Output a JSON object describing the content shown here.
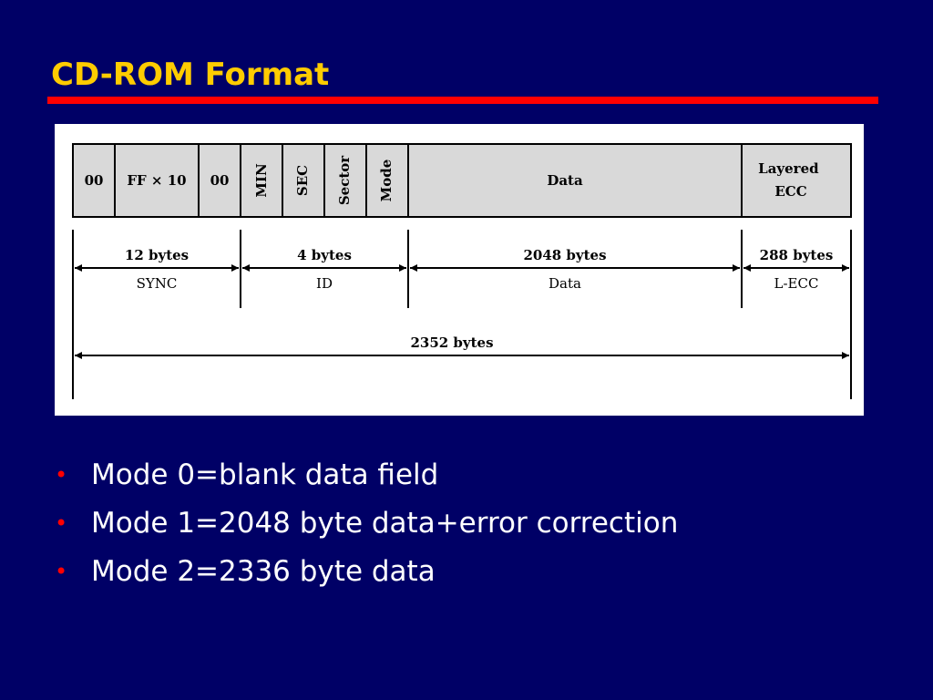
{
  "slide": {
    "title": "CD-ROM Format"
  },
  "diagram": {
    "fields": [
      {
        "label": "00",
        "orientation": "horizontal"
      },
      {
        "label": "FF × 10",
        "orientation": "horizontal"
      },
      {
        "label": "00",
        "orientation": "horizontal"
      },
      {
        "label": "MIN",
        "orientation": "vertical"
      },
      {
        "label": "SEC",
        "orientation": "vertical"
      },
      {
        "label": "Sector",
        "orientation": "vertical"
      },
      {
        "label": "Mode",
        "orientation": "vertical"
      },
      {
        "label": "Data",
        "orientation": "horizontal"
      },
      {
        "label": "Layered ECC",
        "label_lines": [
          "Layered",
          "ECC"
        ],
        "orientation": "horizontal"
      }
    ],
    "segments": [
      {
        "size": "12 bytes",
        "name": "SYNC"
      },
      {
        "size": "4 bytes",
        "name": "ID"
      },
      {
        "size": "2048 bytes",
        "name": "Data"
      },
      {
        "size": "288 bytes",
        "name": "L-ECC"
      }
    ],
    "total": {
      "size": "2352 bytes"
    }
  },
  "bullets": [
    {
      "text": "Mode 0=blank data field"
    },
    {
      "text": "Mode 1=2048 byte data+error correction"
    },
    {
      "text": "Mode 2=2336 byte data"
    }
  ],
  "colors": {
    "background": "#000066",
    "title": "#ffcc00",
    "rule": "#ff0000",
    "bullet": "#ff0000",
    "body_text": "#ffffff",
    "field_fill": "#d9d9d9",
    "diagram_line": "#000000"
  }
}
